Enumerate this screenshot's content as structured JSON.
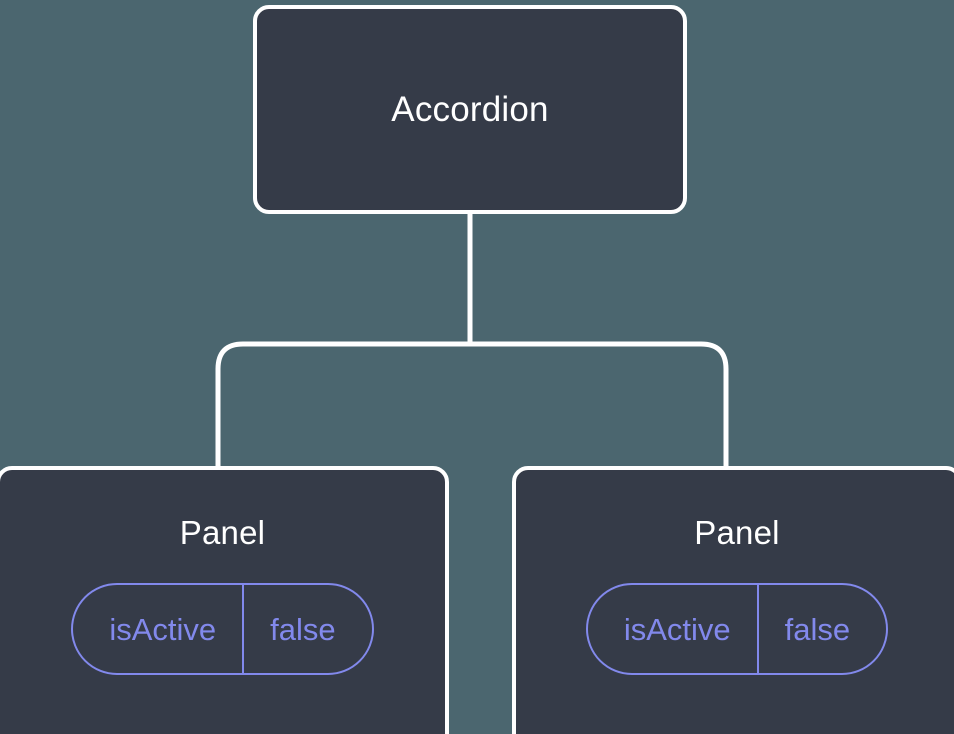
{
  "diagram": {
    "type": "component-tree",
    "background_color": "#4b666f",
    "node_fill_color": "#353b48",
    "node_border_color": "#ffffff",
    "node_text_color": "#ffffff",
    "prop_accent_color": "#8289ec",
    "connector_color": "#ffffff",
    "root": {
      "label": "Accordion"
    },
    "children": [
      {
        "label": "Panel",
        "props": [
          {
            "key": "isActive",
            "value": "false"
          }
        ]
      },
      {
        "label": "Panel",
        "props": [
          {
            "key": "isActive",
            "value": "false"
          }
        ]
      }
    ]
  }
}
